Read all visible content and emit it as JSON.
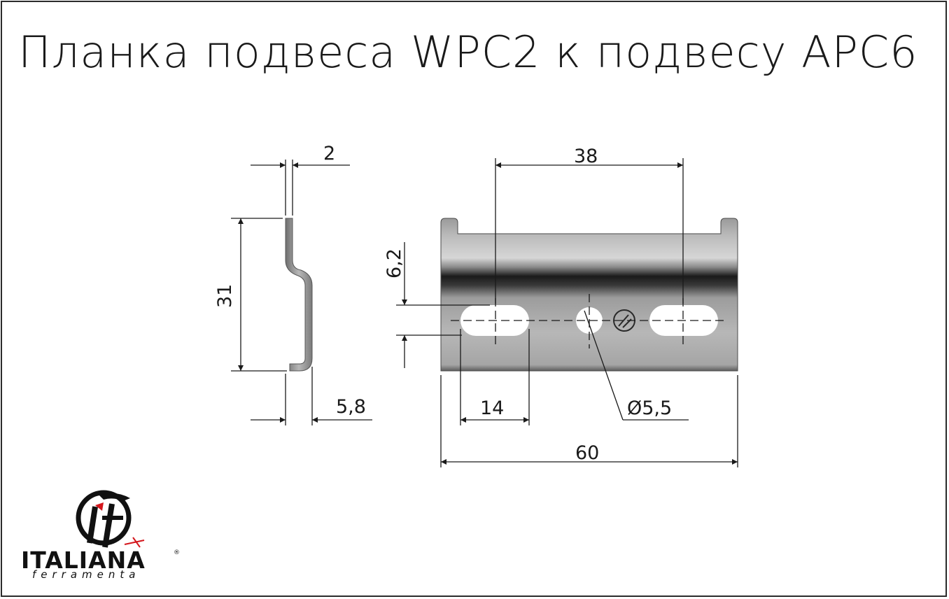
{
  "title": "Планка подвеса WPC2 к подвесу APC6",
  "dimensions": {
    "thickness": "2",
    "height": "31",
    "depth": "5,8",
    "hole_spacing": "38",
    "slot_height": "6,2",
    "slot_length": "14",
    "hole_diameter": "Ø5,5",
    "width": "60"
  },
  "logo": {
    "brand": "ITALIANA",
    "sub": "ferramenta",
    "registered": "®",
    "colors": {
      "mark": "#111111",
      "accent": "#d4161c"
    }
  },
  "colors": {
    "part": "#8d8d8d",
    "part_dark": "#1e1e1e",
    "part_light": "#c9c9c9",
    "line": "#1a1a1a"
  }
}
